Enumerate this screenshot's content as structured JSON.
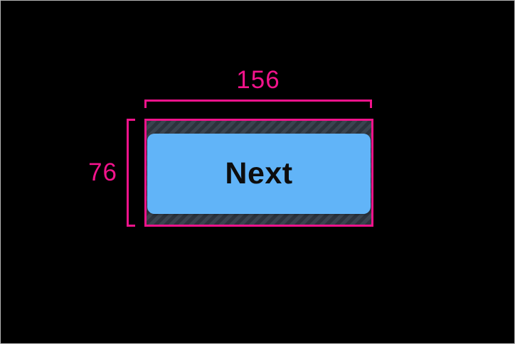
{
  "frame": {
    "background": "#000000",
    "border_color": "#b5b5b5"
  },
  "measurement": {
    "width_label": "156",
    "height_label": "76",
    "accent_color": "#f2138b"
  },
  "touch_target": {
    "hatch_background": "#3b444f",
    "hatch_stripe": "#2c333d"
  },
  "button": {
    "label": "Next",
    "fill_color": "#61b4f8",
    "text_color": "#0d0d0d"
  }
}
